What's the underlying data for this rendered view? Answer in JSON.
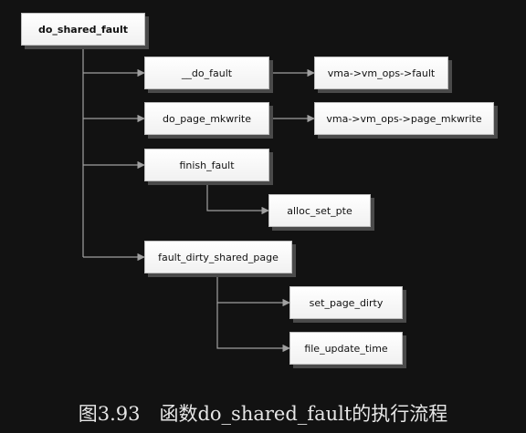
{
  "diagram": {
    "root": "do_shared_fault",
    "nodes": {
      "do_fault": "__do_fault",
      "vm_ops_fault": "vma->vm_ops->fault",
      "do_page_mkwrite": "do_page_mkwrite",
      "vm_ops_page_mkwrite": "vma->vm_ops->page_mkwrite",
      "finish_fault": "finish_fault",
      "alloc_set_pte": "alloc_set_pte",
      "fault_dirty_shared_page": "fault_dirty_shared_page",
      "set_page_dirty": "set_page_dirty",
      "file_update_time": "file_update_time"
    },
    "colors": {
      "background": "#121212",
      "box": "#ffffff",
      "line": "#a0a0a0",
      "shadow": "#4a4a4a"
    }
  },
  "caption": "图3.93　函数do_shared_fault的执行流程"
}
